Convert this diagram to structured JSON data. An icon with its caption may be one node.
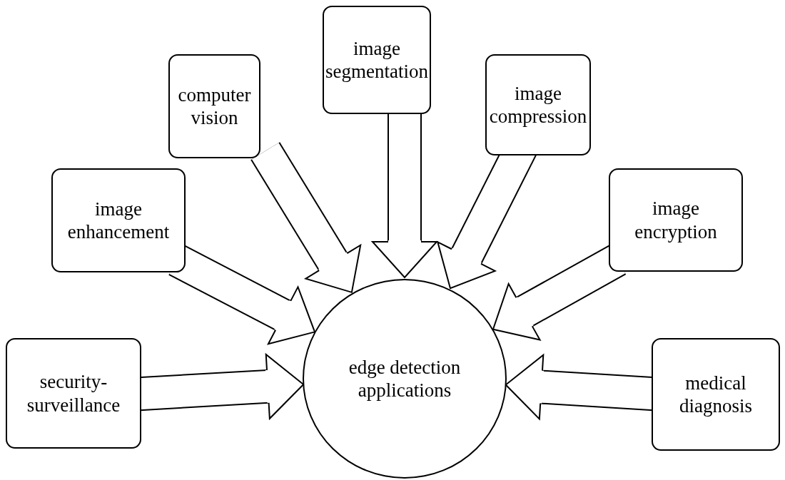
{
  "diagram": {
    "nodes": [
      {
        "text": [
          "image segmentation"
        ]
      },
      {
        "text": [
          "computer vision"
        ]
      },
      {
        "text": [
          "image compression"
        ]
      },
      {
        "text": [
          "image enhancement"
        ]
      },
      {
        "text": [
          "image encryption"
        ]
      },
      {
        "text": [
          "security-surveillance"
        ]
      },
      {
        "text": [
          "medical diagnosis"
        ]
      },
      {
        "text": [
          "edge detection applications"
        ]
      }
    ],
    "edges": [
      {
        "from": 0,
        "to": 7,
        "arrow": "to"
      },
      {
        "from": 1,
        "to": 7,
        "arrow": "to"
      },
      {
        "from": 2,
        "to": 7,
        "arrow": "to"
      },
      {
        "from": 3,
        "to": 7,
        "arrow": "to"
      },
      {
        "from": 4,
        "to": 7,
        "arrow": "to"
      },
      {
        "from": 5,
        "to": 7,
        "arrow": "to"
      },
      {
        "from": 6,
        "to": 7,
        "arrow": "to"
      }
    ]
  }
}
